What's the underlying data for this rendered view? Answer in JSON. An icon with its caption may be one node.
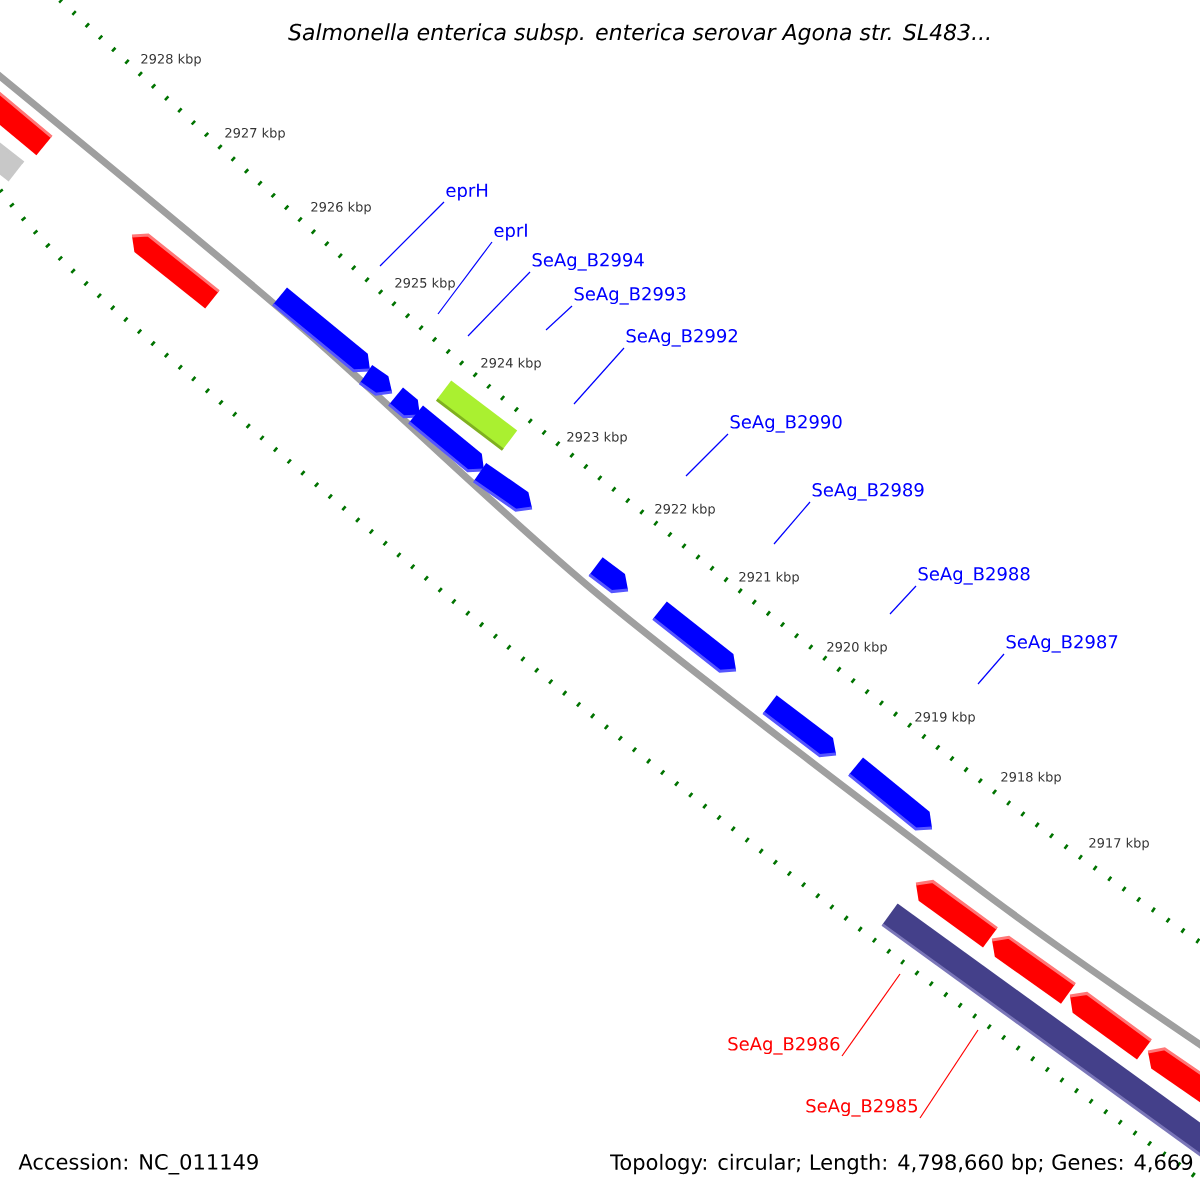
{
  "diagram": {
    "title": "Salmonella enterica subsp. enterica serovar Agona str. SL483...",
    "nodes": [
      {
        "text": [
          "eprH"
        ]
      },
      {
        "text": [
          "eprI"
        ]
      },
      {
        "text": [
          "SeAg_B2994"
        ]
      },
      {
        "text": [
          "SeAg_B2993"
        ]
      },
      {
        "text": [
          "SeAg_B2992"
        ]
      },
      {
        "text": [
          "SeAg_B2990"
        ]
      },
      {
        "text": [
          "SeAg_B2989"
        ]
      },
      {
        "text": [
          "SeAg_B2988"
        ]
      },
      {
        "text": [
          "SeAg_B2987"
        ]
      },
      {
        "text": [
          "SeAg_B2986"
        ]
      },
      {
        "text": [
          "SeAg_B2985"
        ]
      }
    ],
    "edges": [
      {
        "from": 0,
        "to": null,
        "arrow": "none"
      },
      {
        "from": 1,
        "to": null,
        "arrow": "none"
      },
      {
        "from": 2,
        "to": null,
        "arrow": "none"
      },
      {
        "from": 3,
        "to": null,
        "arrow": "none"
      },
      {
        "from": 4,
        "to": null,
        "arrow": "none"
      },
      {
        "from": 5,
        "to": null,
        "arrow": "none"
      },
      {
        "from": 6,
        "to": null,
        "arrow": "none"
      },
      {
        "from": 7,
        "to": null,
        "arrow": "none"
      },
      {
        "from": 8,
        "to": null,
        "arrow": "none"
      },
      {
        "from": 9,
        "to": null,
        "arrow": "none",
        "color": "#ff0000"
      },
      {
        "from": 10,
        "to": null,
        "arrow": "none",
        "color": "#ff0000"
      }
    ],
    "labels": [
      "2928 kbp",
      "2927 kbp",
      "2926 kbp",
      "2925 kbp",
      "2924 kbp",
      "2923 kbp",
      "2922 kbp",
      "2921 kbp",
      "2920 kbp",
      "2919 kbp",
      "2918 kbp",
      "2917 kbp",
      "Accession: NC_011149",
      "Topology: circular; Length: 4,798,660 bp; Genes: 4,669"
    ]
  }
}
